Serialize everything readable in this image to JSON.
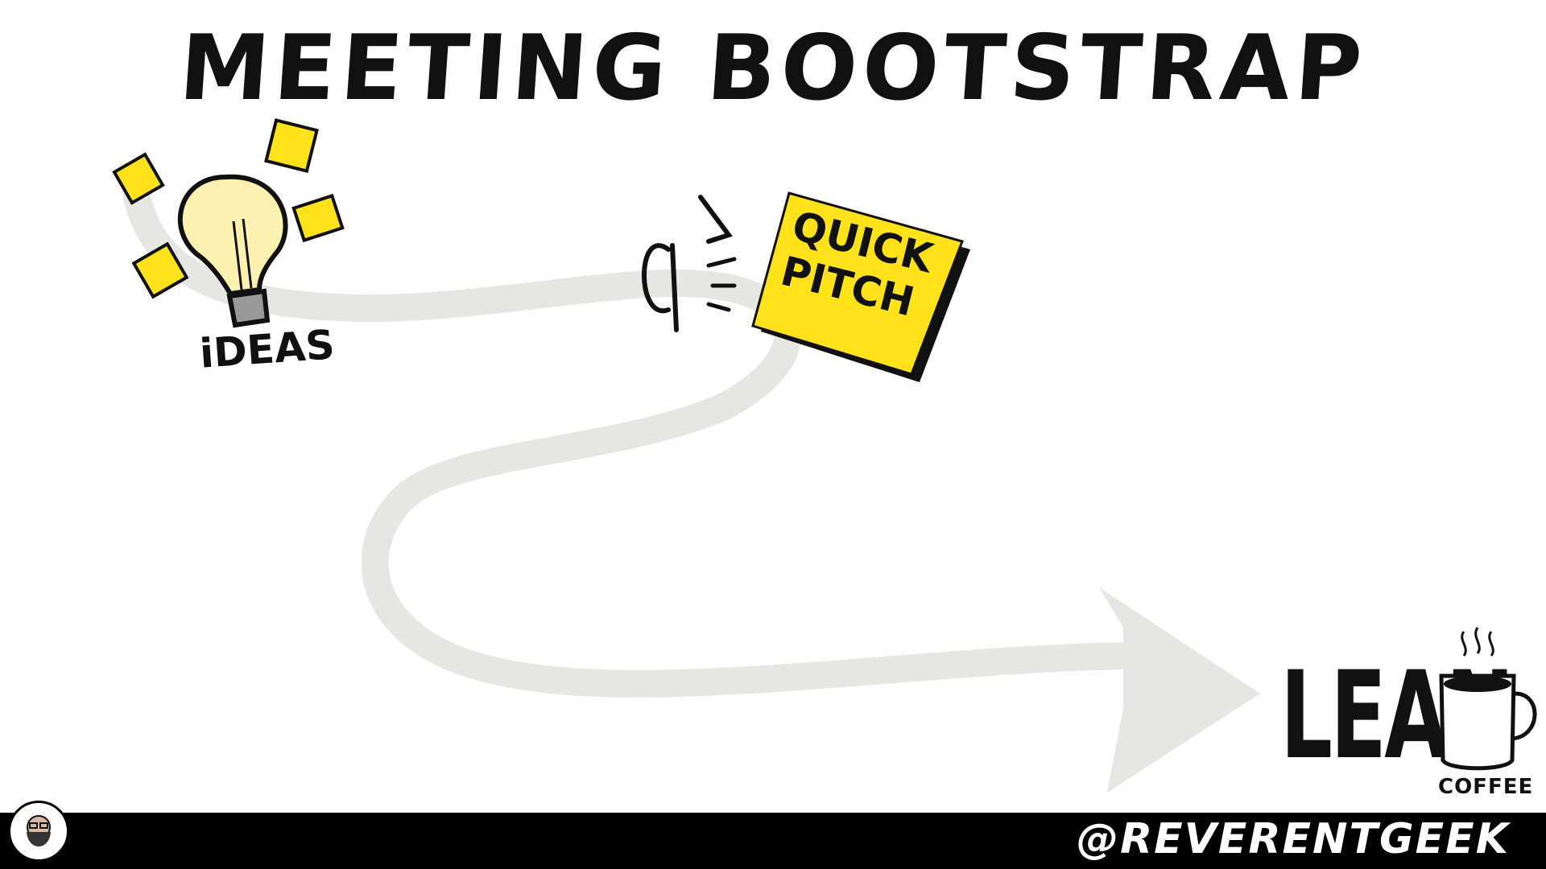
{
  "title": "MEETING BOOTSTRAP",
  "ideas": {
    "label": "iDEAS"
  },
  "pitch": {
    "label": "QUICK\nPITCH"
  },
  "logo": {
    "word": "LEAN",
    "subword": "COFFEE"
  },
  "footer": {
    "handle": "@REVERENTGEEK"
  },
  "colors": {
    "path": "#e6e6e4",
    "sticky": "#ffe21a",
    "bulb": "#fbf1b0",
    "ink": "#111111",
    "footer": "#000000"
  },
  "icons": [
    "lightbulb-icon",
    "sticky-note-icon",
    "megaphone-icon",
    "coffee-mug-icon",
    "avatar-icon"
  ]
}
